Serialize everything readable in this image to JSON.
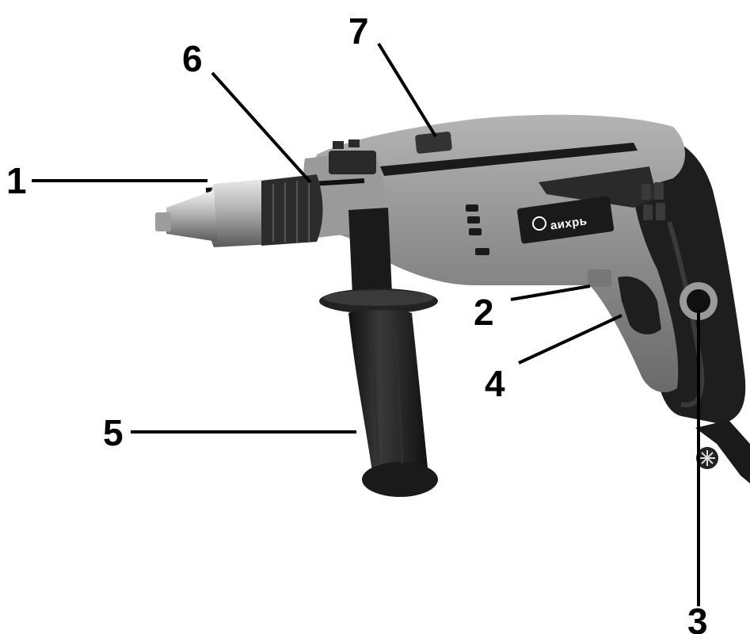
{
  "figure": {
    "brand_label": "аихрь",
    "callouts": [
      {
        "id": "1",
        "label": "1"
      },
      {
        "id": "2",
        "label": "2"
      },
      {
        "id": "3",
        "label": "3"
      },
      {
        "id": "4",
        "label": "4"
      },
      {
        "id": "5",
        "label": "5"
      },
      {
        "id": "6",
        "label": "6"
      },
      {
        "id": "7",
        "label": "7"
      }
    ]
  },
  "colors": {
    "body": "#8a8a8a",
    "body_light": "#a9a9a9",
    "body_dark": "#5f5f5f",
    "rubber": "#1c1c1c",
    "chuck_metal": "#c9c9c9",
    "lines": "#000000",
    "background": "#ffffff"
  }
}
